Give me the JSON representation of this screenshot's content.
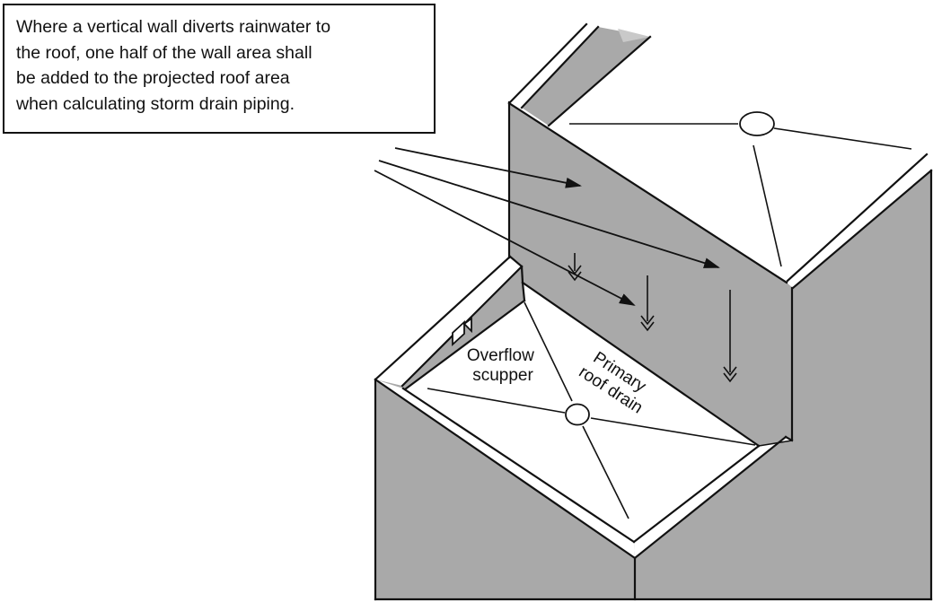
{
  "note": {
    "lines": [
      "Where a vertical wall diverts rainwater to",
      "the roof, one half of the wall area shall",
      "be added to the projected roof area",
      "when calculating storm drain piping."
    ]
  },
  "labels": {
    "overflow_scupper": [
      "Overflow",
      "scupper"
    ],
    "primary_roof_drain": [
      "Primary",
      "roof drain"
    ]
  },
  "icons": {
    "upper_roof_drain": "circle-drain-icon",
    "lower_roof_drain": "circle-drain-icon",
    "rain_arrow": "double-chevron-down-arrow",
    "pointer_arrow": "solid-triangle-arrow"
  },
  "colors": {
    "wall_gray": "#a9a9a9",
    "cut_fade_gray": "#c9c9c9",
    "line_black": "#111111",
    "background": "#ffffff"
  }
}
